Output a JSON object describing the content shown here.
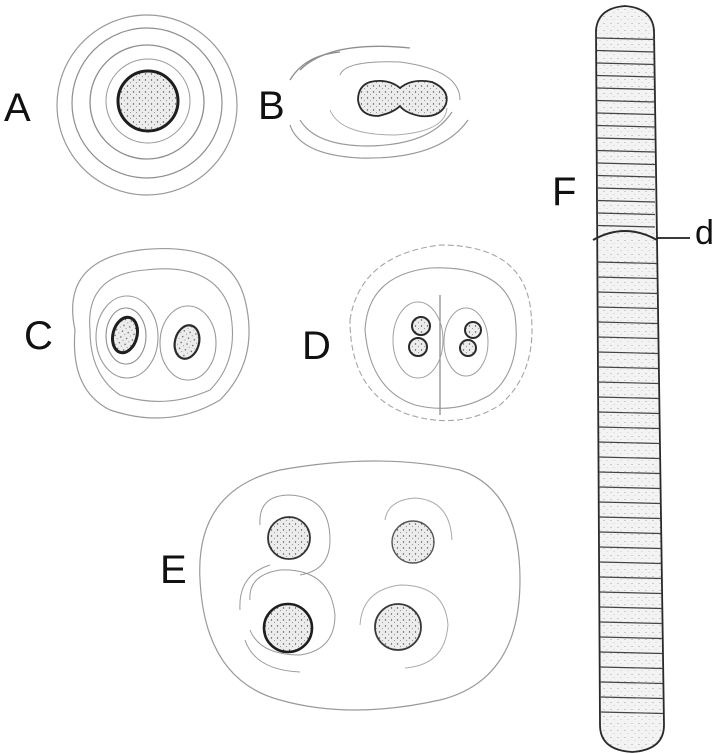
{
  "panels": {
    "A": {
      "label": "A"
    },
    "B": {
      "label": "B"
    },
    "C": {
      "label": "C"
    },
    "D": {
      "label": "D"
    },
    "E": {
      "label": "E"
    },
    "F": {
      "label": "F",
      "pointer_label": "d"
    }
  },
  "colors": {
    "ink": "#2a2a2a",
    "faint_line": "#8a8a8a",
    "cell_fill": "#e6e6e6",
    "background": "#ffffff"
  }
}
